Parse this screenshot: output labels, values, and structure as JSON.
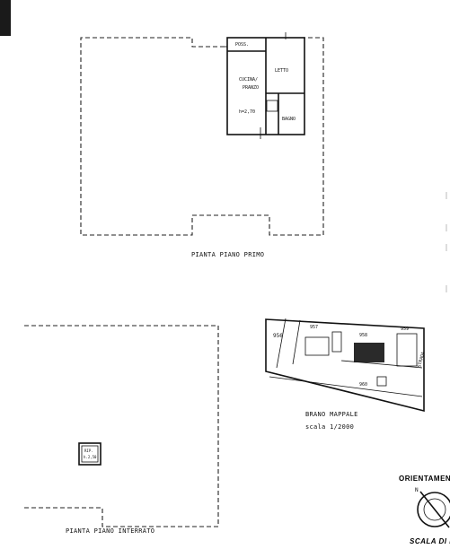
{
  "plans": {
    "first_floor": {
      "caption": "PIANTA PIANO PRIMO",
      "rooms": {
        "closet": "POSS.",
        "kitchen": "CUCINA/ PRANZO",
        "height": "h=2,70",
        "bedroom": "LETTO",
        "bath": "BAGNO"
      }
    },
    "basement": {
      "caption": "PIANTA PIANO INTERRATO",
      "room_line1": "RIP.",
      "room_line2": "h.2,50"
    }
  },
  "cadastral": {
    "title": "BRANO MAPPALE",
    "scale": "scala 1/2000",
    "parcels": {
      "p956": "956",
      "p957": "957",
      "p958": "958",
      "p959": "959",
      "p960": "960"
    },
    "street": "STRADA"
  },
  "orientation": {
    "label": "ORIENTAMENTO",
    "north": "N"
  },
  "scale_bar": {
    "label": "SCALA DI RAPP."
  }
}
